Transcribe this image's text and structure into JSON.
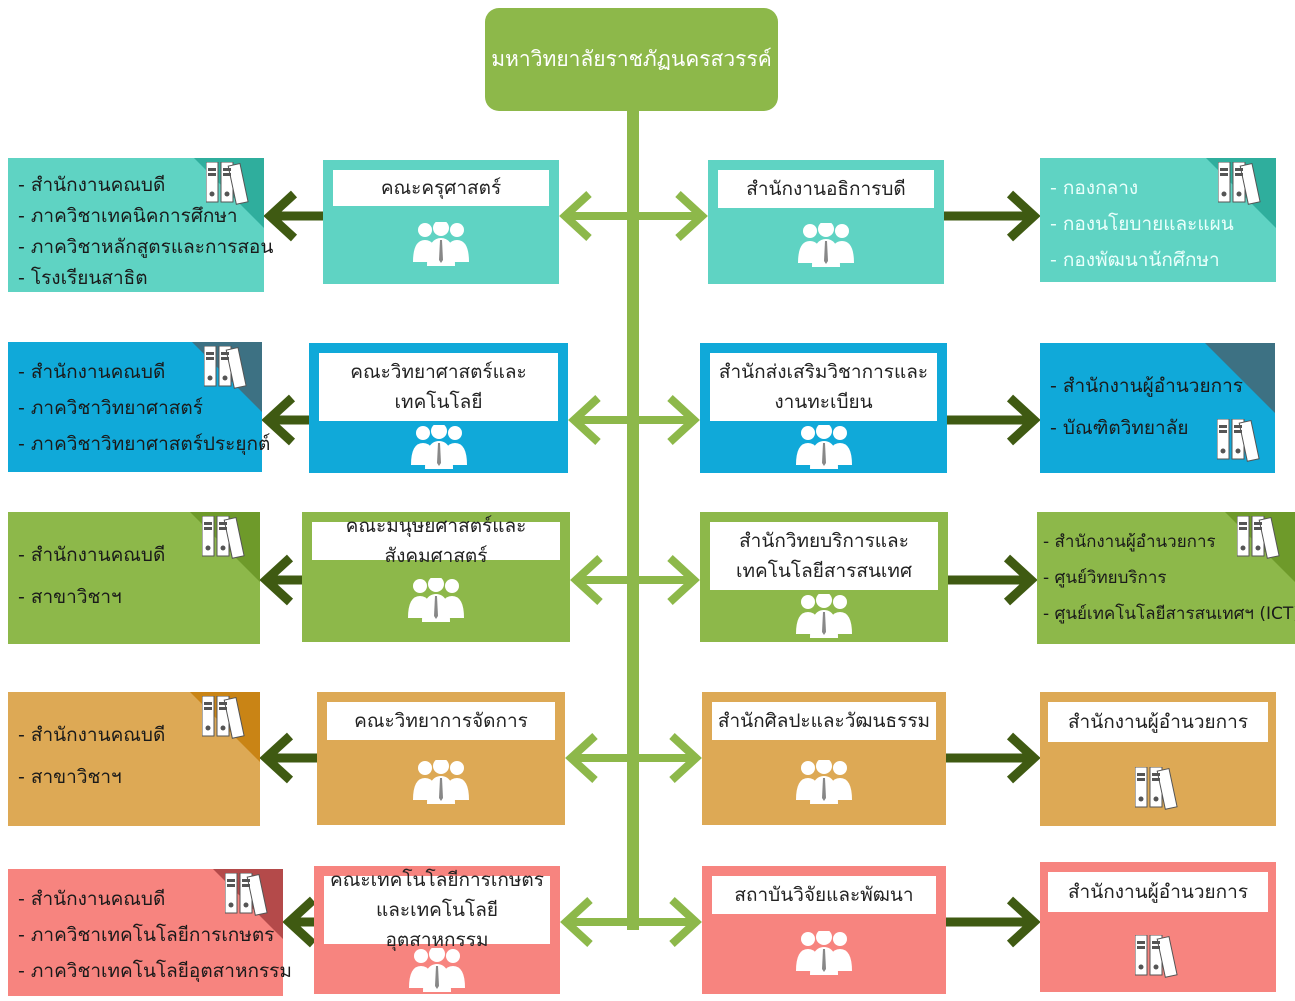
{
  "title": "มหาวิทยาลัยราชภัฏนครสวรรค์",
  "colors": {
    "trunk": "#8db84a",
    "arrow_dark": "#3f5a12",
    "teal": "#5fd3c3",
    "blue": "#10a9d9",
    "green": "#8db84a",
    "orange": "#dda955",
    "pink": "#f7847f"
  },
  "left_units": [
    {
      "name": "คณะครุศาสตร์",
      "color": "teal",
      "items": [
        "- สำนักงานคณบดี",
        "- ภาควิชาเทคนิคการศึกษา",
        "- ภาควิชาหลักสูตรและการสอน",
        "- โรงเรียนสาธิต"
      ]
    },
    {
      "name": "คณะวิทยาศาสตร์และเทคโนโลยี",
      "color": "blue",
      "items": [
        "- สำนักงานคณบดี",
        "- ภาควิชาวิทยาศาสตร์",
        "- ภาควิชาวิทยาศาสตร์ประยุกต์"
      ]
    },
    {
      "name": "คณะมนุษยศาสตร์และสังคมศาสตร์",
      "color": "green",
      "items": [
        "- สำนักงานคณบดี",
        "- สาขาวิชาฯ"
      ]
    },
    {
      "name": "คณะวิทยาการจัดการ",
      "color": "orange",
      "items": [
        "- สำนักงานคณบดี",
        "- สาขาวิชาฯ"
      ]
    },
    {
      "name": "คณะเทคโนโลยีการเกษตรและเทคโนโลยีอุตสาหกรรม",
      "color": "pink",
      "items": [
        "- สำนักงานคณบดี",
        "- ภาควิชาเทคโนโลยีการเกษตร",
        "- ภาควิชาเทคโนโลยีอุตสาหกรรม"
      ]
    }
  ],
  "right_units": [
    {
      "name": "สำนักงานอธิการบดี",
      "color": "teal",
      "items": [
        "- กองกลาง",
        "- กองนโยบายและแผน",
        "- กองพัฒนานักศึกษา"
      ]
    },
    {
      "name": "สำนักส่งเสริมวิชาการและงานทะเบียน",
      "color": "blue",
      "items": [
        "- สำนักงานผู้อำนวยการ",
        "- บัณฑิตวิทยาลัย"
      ]
    },
    {
      "name": "สำนักวิทยบริการและเทคโนโลยีสารสนเทศ",
      "color": "green",
      "items": [
        "- สำนักงานผู้อำนวยการ",
        "- ศูนย์วิทยบริการ",
        "- ศูนย์เทคโนโลยีสารสนเทศฯ (ICT)"
      ]
    },
    {
      "name": "สำนักศิลปะและวัฒนธรรม",
      "color": "orange",
      "items": [
        "สำนักงานผู้อำนวยการ"
      ]
    },
    {
      "name": "สถาบันวิจัยและพัฒนา",
      "color": "pink",
      "items": [
        "สำนักงานผู้อำนวยการ"
      ]
    }
  ]
}
